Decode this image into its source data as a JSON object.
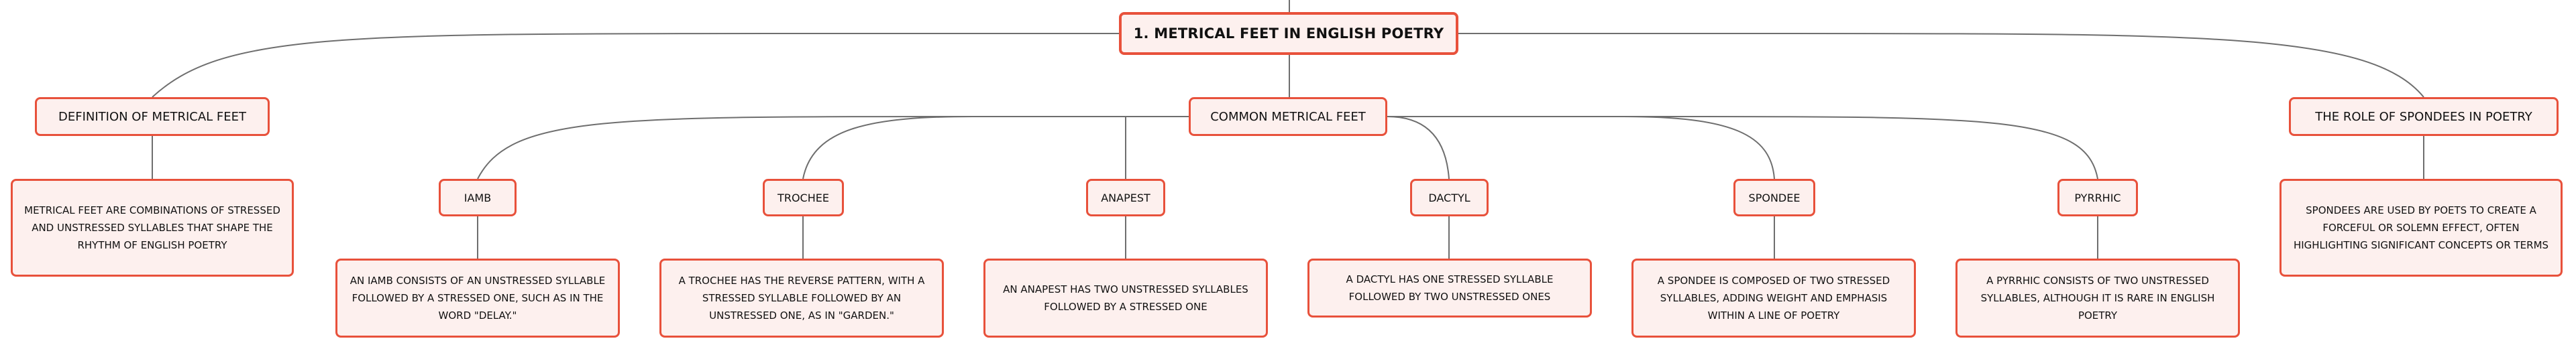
{
  "root": {
    "label": "1. METRICAL FEET IN ENGLISH POETRY"
  },
  "branches": {
    "definition": {
      "label": "DEFINITION OF METRICAL FEET",
      "detail": "METRICAL FEET ARE COMBINATIONS OF STRESSED AND UNSTRESSED SYLLABLES THAT SHAPE THE RHYTHM OF ENGLISH POETRY"
    },
    "common": {
      "label": "COMMON METRICAL FEET",
      "feet": [
        {
          "label": "IAMB",
          "detail": "AN IAMB CONSISTS OF AN UNSTRESSED SYLLABLE FOLLOWED BY A STRESSED ONE, SUCH AS IN THE WORD \"DELAY.\""
        },
        {
          "label": "TROCHEE",
          "detail": "A TROCHEE HAS THE REVERSE PATTERN, WITH A STRESSED SYLLABLE FOLLOWED BY AN UNSTRESSED ONE, AS IN \"GARDEN.\""
        },
        {
          "label": "ANAPEST",
          "detail": "AN ANAPEST HAS TWO UNSTRESSED SYLLABLES FOLLOWED BY A STRESSED ONE"
        },
        {
          "label": "DACTYL",
          "detail": "A DACTYL HAS ONE STRESSED SYLLABLE FOLLOWED BY TWO UNSTRESSED ONES"
        },
        {
          "label": "SPONDEE",
          "detail": "A SPONDEE IS COMPOSED OF TWO STRESSED SYLLABLES, ADDING WEIGHT AND EMPHASIS WITHIN A LINE OF POETRY"
        },
        {
          "label": "PYRRHIC",
          "detail": "A PYRRHIC CONSISTS OF TWO UNSTRESSED SYLLABLES, ALTHOUGH IT IS RARE IN ENGLISH POETRY"
        }
      ]
    },
    "role": {
      "label": "THE ROLE OF SPONDEES IN POETRY",
      "detail": "SPONDEES ARE USED BY POETS TO CREATE A FORCEFUL OR SOLEMN EFFECT, OFTEN HIGHLIGHTING SIGNIFICANT CONCEPTS OR TERMS"
    }
  },
  "colors": {
    "node_border": "#e8513b",
    "node_fill": "#fdf0ee",
    "connector": "#6e6e6e",
    "text": "#111111"
  }
}
